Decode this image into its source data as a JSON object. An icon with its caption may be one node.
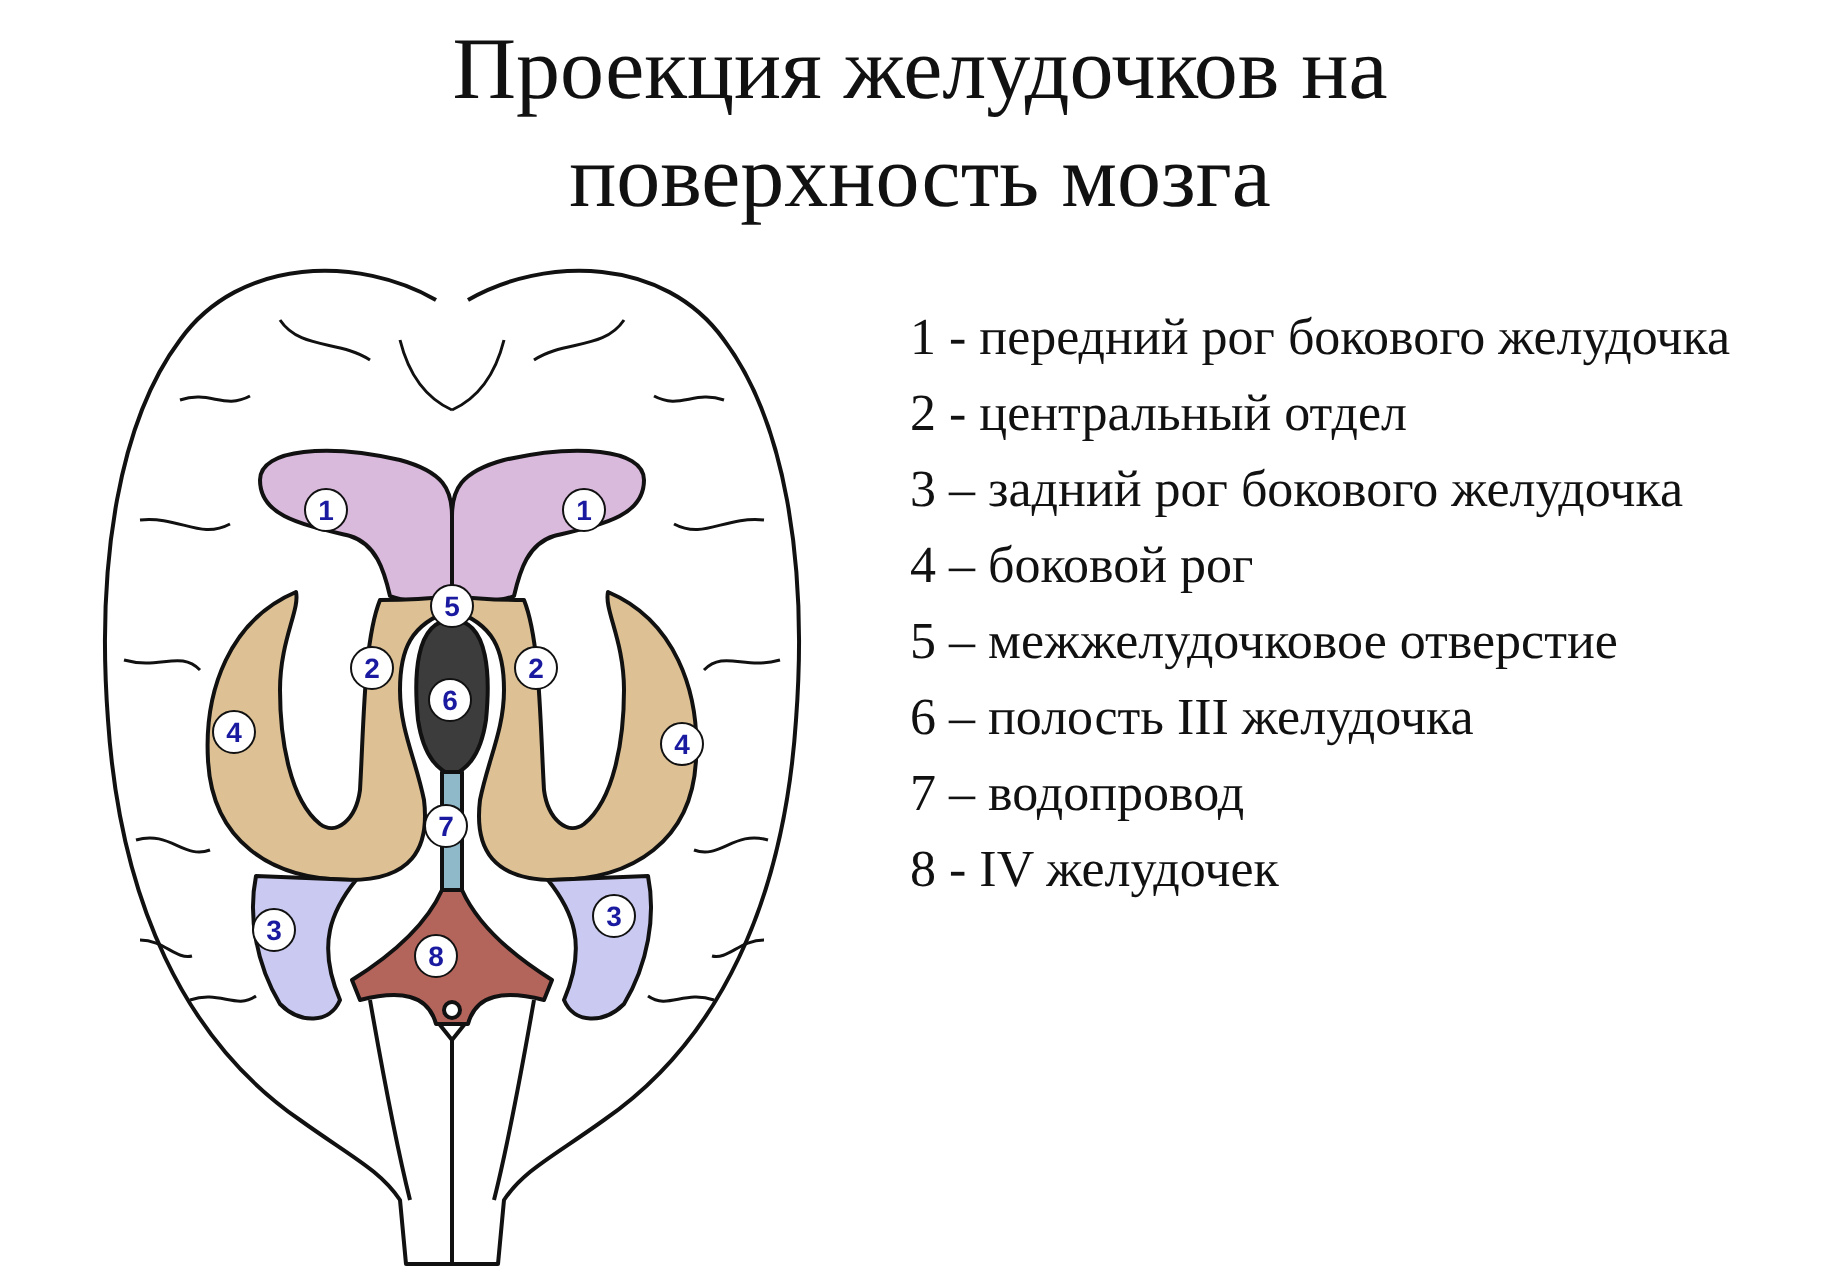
{
  "diagram": {
    "title": "Проекция желудочков на поверхность мозга",
    "labels": [
      "1",
      "1",
      "5",
      "2",
      "2",
      "6",
      "4",
      "4",
      "7",
      "3",
      "3",
      "8",
      "1 - передний рог бокового желудочка",
      "2 - центральный отдел",
      "3 – задний рог бокового желудочка",
      "4 – боковой рог",
      "5 – межжелудочковое отверстие",
      "6 – полость III желудочка",
      "7 – водопровод",
      "8 - IV желудочек"
    ]
  }
}
